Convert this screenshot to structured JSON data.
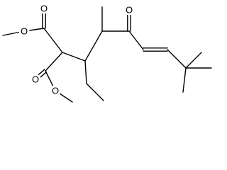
{
  "molecule": {
    "style": "skeletal-formula",
    "background": "#ffffff",
    "bond_color": "#000000",
    "atoms": [
      {
        "label": "O"
      },
      {
        "label": "O"
      },
      {
        "label": "O"
      },
      {
        "label": "O"
      },
      {
        "label": "O"
      }
    ]
  }
}
